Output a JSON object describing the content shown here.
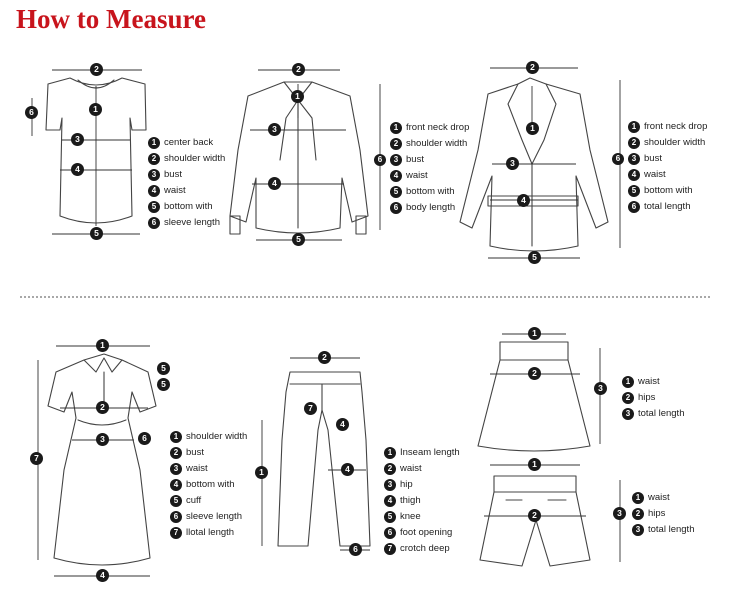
{
  "title": "How to Measure",
  "legends": {
    "tee": [
      "center back",
      "shoulder width",
      "bust",
      "waist",
      "bottom with",
      "sleeve length"
    ],
    "blouse": [
      "front neck drop",
      "shoulder width",
      "bust",
      "waist",
      "bottom with",
      "body length"
    ],
    "coat": [
      "front neck drop",
      "shoulder width",
      "bust",
      "waist",
      "bottom with",
      "total length"
    ],
    "dress": [
      "shoulder width",
      "bust",
      "waist",
      "bottom with",
      "cuff",
      "sleeve length",
      "llotal length"
    ],
    "pants": [
      "Inseam length",
      "waist",
      "hip",
      "thigh",
      "knee",
      "foot opening",
      "crotch deep"
    ],
    "skirt": [
      "waist",
      "hips",
      "total length"
    ],
    "shorts": [
      "waist",
      "hips",
      "total length"
    ]
  },
  "numbers": [
    "1",
    "2",
    "3",
    "4",
    "5",
    "6",
    "7"
  ]
}
